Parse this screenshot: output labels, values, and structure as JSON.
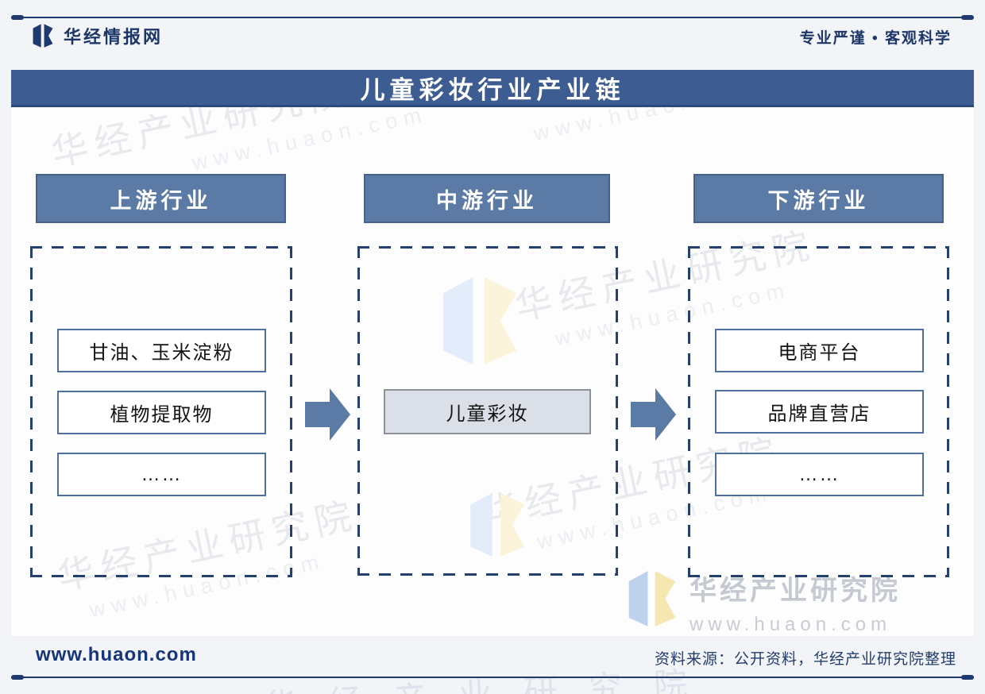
{
  "header": {
    "brand": "华经情报网",
    "slogan": "专业严谨 • 客观科学"
  },
  "title": "儿童彩妆行业产业链",
  "columns": [
    {
      "header": "上游行业",
      "items": [
        "甘油、玉米淀粉",
        "植物提取物",
        "……"
      ]
    },
    {
      "header": "中游行业",
      "items": [
        "儿童彩妆"
      ]
    },
    {
      "header": "下游行业",
      "items": [
        "电商平台",
        "品牌直营店",
        "……"
      ]
    }
  ],
  "footer": {
    "site": "www.huaon.com",
    "source": "资料来源：公开资料，华经产业研究院整理"
  },
  "watermark": {
    "name": "华经产业研究院",
    "url": "www.huaon.com"
  },
  "colors": {
    "accent_navy": "#1e3a6e",
    "title_bar": "#3c5c92",
    "column_header": "#5b7aa6",
    "arrow": "#5b7aa6",
    "mid_box_fill": "#dbdfe8"
  }
}
